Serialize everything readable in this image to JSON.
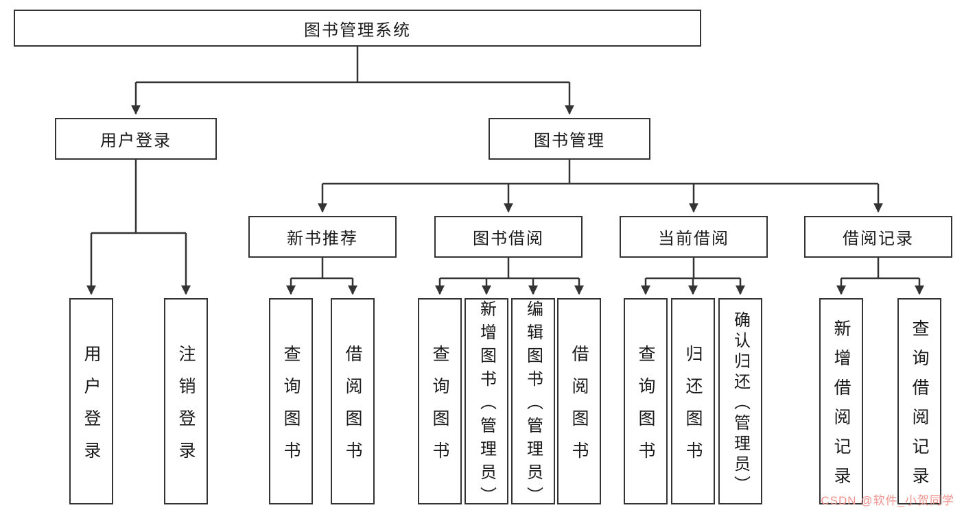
{
  "colors": {
    "line": "#333333",
    "box_border": "#333333",
    "watermark": "#f0918c"
  },
  "diagram": {
    "root": "图书管理系统",
    "level1": {
      "user_login": "用户登录",
      "book_mgmt": "图书管理"
    },
    "level2": {
      "new_books": "新书推荐",
      "book_borrow": "图书借阅",
      "current_borrow": "当前借阅",
      "borrow_records": "借阅记录"
    },
    "leaves": {
      "user_login": "用户登录",
      "logout": "注销登录",
      "nb_query": "查询图书",
      "nb_borrow": "借阅图书",
      "bb_query": "查询图书",
      "bb_add": "新增图书（管理员）",
      "bb_edit": "编辑图书（管理员）",
      "bb_borrow": "借阅图书",
      "cb_query": "查询图书",
      "cb_return": "归还图书",
      "cb_confirm": "确认归还（管理员）",
      "br_add": "新增借阅记录",
      "br_query": "查询借阅记录"
    }
  },
  "watermark": "CSDN @软件_小贺同学"
}
